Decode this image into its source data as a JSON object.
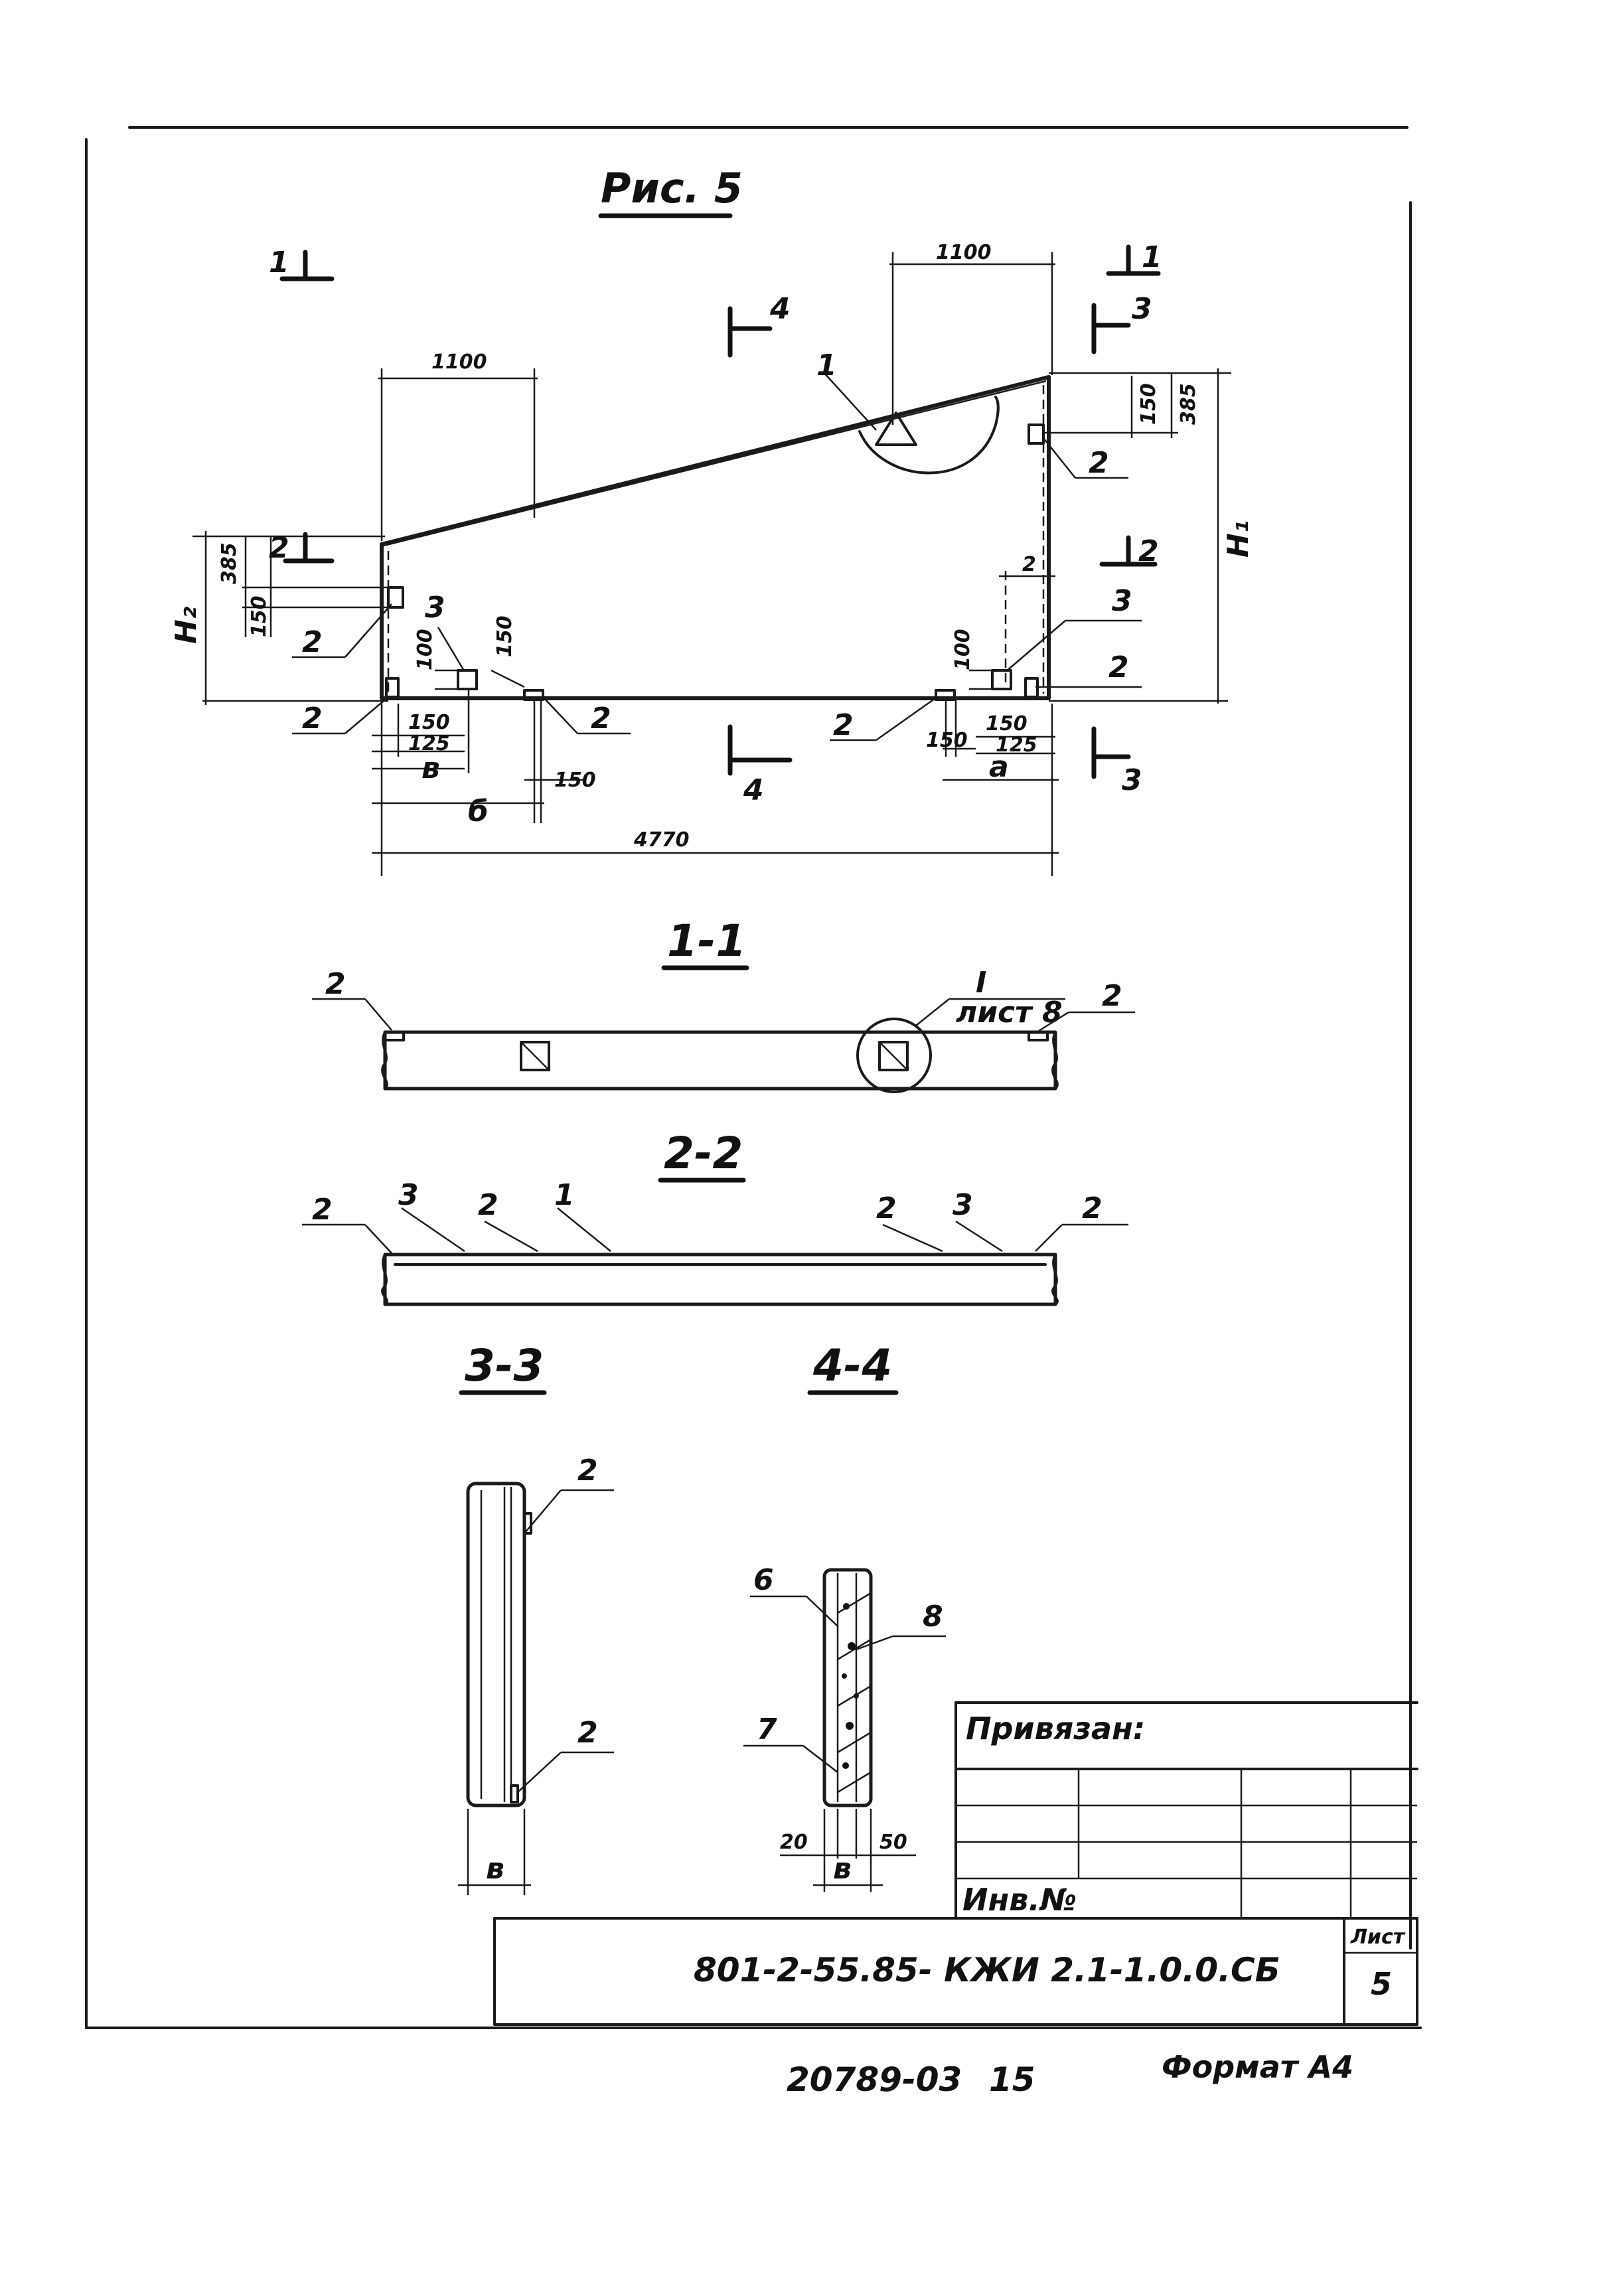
{
  "figure": {
    "title": "Рис. 5"
  },
  "elevation": {
    "dims": {
      "top_left_width": "1100",
      "top_right_width": "1100",
      "total_length": "4770",
      "right_150": "150",
      "right_385": "385",
      "left_385": "385",
      "left_150": "150",
      "left_100": "100",
      "left_150b": "150",
      "left_bottom_150": "150",
      "left_bottom_125": "125",
      "left_b": "в",
      "left_bold_b": "б",
      "left_150c": "150",
      "mid_2": "2",
      "right_100": "100",
      "right_bottom_150": "150",
      "right_bottom_150b": "150",
      "right_bottom_125": "125",
      "right_a": "а",
      "h1": "H₁",
      "h2": "H₂"
    },
    "cuts": {
      "c1": "1",
      "c2": "2",
      "c3": "3",
      "c4": "4"
    },
    "callouts": {
      "n1": "1",
      "n2": "2",
      "n3": "3"
    }
  },
  "sections": {
    "s11": {
      "title": "1-1",
      "ref_roman": "I",
      "ref_sheet": "лист 8",
      "p2": "2"
    },
    "s22": {
      "title": "2-2",
      "p1": "1",
      "p2": "2",
      "p3": "3"
    },
    "s33": {
      "title": "3-3",
      "p2": "2",
      "dim_b": "в"
    },
    "s44": {
      "title": "4-4",
      "p6": "6",
      "p7": "7",
      "p8": "8",
      "d20": "20",
      "d50": "50",
      "dim_b": "в"
    }
  },
  "stamp": {
    "bound_label": "Привязан:",
    "inv_label": "Инв.№",
    "doc_code": "801-2-55.85- КЖИ 2.1-1.0.0.СБ",
    "sheet_label": "Лист",
    "sheet_num": "5"
  },
  "footer": {
    "order": "20789-03",
    "page": "15",
    "format": "Формат А4"
  }
}
